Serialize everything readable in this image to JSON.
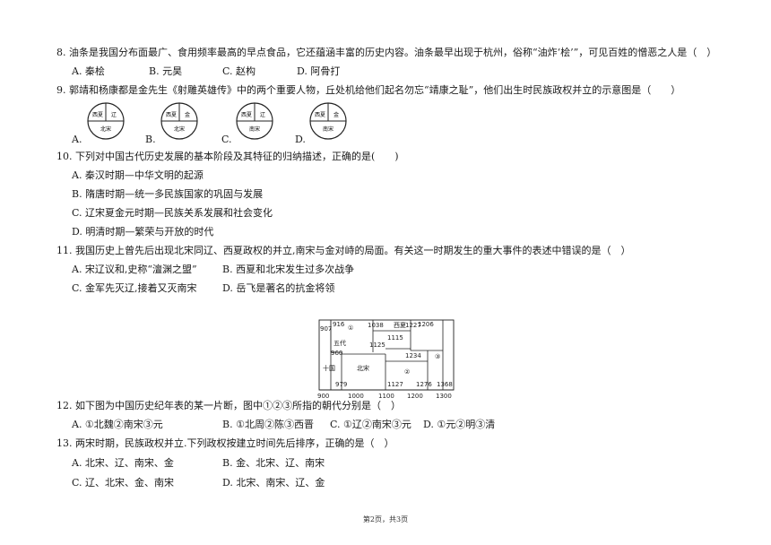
{
  "q8": {
    "stem": "8. 油条是我国分布面最广、食用频率最高的早点食品，它还蕴涵丰富的历史内容。油条最早出现于杭州，俗称“油炸‘桧’”，可见百姓的憎恶之人是（　）",
    "options": [
      "A. 秦桧",
      "B. 元昊",
      "C. 赵构",
      "D. 阿骨打"
    ]
  },
  "q9": {
    "stem": "9. 郭靖和杨康都是金先生《射雕英雄传》中的两个重要人物，丘处机给他们起名勿忘“靖康之耻”，他们出生时民族政权并立的示意图是（　　）",
    "options": [
      "A.",
      "B.",
      "C.",
      "D."
    ],
    "diagrams": [
      {
        "top_left": "西夏",
        "top_right": "辽",
        "bottom": "北宋"
      },
      {
        "top_left": "西夏",
        "top_right": "金",
        "bottom": "北宋"
      },
      {
        "top_left": "西夏",
        "top_right": "辽",
        "bottom": "南宋"
      },
      {
        "top_left": "西夏",
        "top_right": "金",
        "bottom": "南宋"
      }
    ]
  },
  "q10": {
    "stem": "10. 下列对中国古代历史发展的基本阶段及其特征的归纳描述，正确的是(　　)",
    "options": [
      "A. 秦汉时期—中华文明的起源",
      "B. 隋唐时期—统一多民族国家的巩固与发展",
      "C. 辽宋夏金元时期—民族关系发展和社会变化",
      "D. 明清时期—繁荣与开放的时代"
    ]
  },
  "q11": {
    "stem": "11. 我国历史上曾先后出现北宋同辽、西夏政权的并立,南宋与金对峙的局面。有关这一时期发生的重大事件的表述中错误的是（　）",
    "options": [
      "A. 宋辽议和,史称“澶渊之盟”",
      "B. 西夏和北宋发生过多次战争",
      "C. 金军先灭辽,接着又灭南宋",
      "D. 岳飞是著名的抗金将领"
    ]
  },
  "timeline": {
    "labels": {
      "wudai": "五代",
      "shiguo": "十国",
      "beisong": "北宋",
      "xixia": "西夏",
      "c1": "①",
      "c2": "②",
      "c3": "③"
    },
    "years": {
      "y907": "907",
      "y916": "916",
      "y960": "960",
      "y979": "979",
      "y1038": "1038",
      "y1227": "1227",
      "y1206": "1206",
      "y1115": "1115",
      "y1125": "1125",
      "y1234": "1234",
      "y1127": "1127",
      "y1276": "1276",
      "y1368": "1368"
    },
    "axis": [
      "900",
      "1000",
      "1100",
      "1200",
      "1300"
    ]
  },
  "q12": {
    "stem": "12. 如下图为中国历史纪年表的某一片断，图中①②③所指的朝代分别是（　）",
    "options": [
      "A. ①北魏②南宋③元",
      "B. ①北周②陈③西晋",
      "C. ①辽②南宋③元",
      "D. ①元②明③清"
    ]
  },
  "q13": {
    "stem": "13. 两宋时期，民族政权并立.下列政权按建立时间先后排序，正确的是（　）",
    "options": [
      "A. 北宋、辽、南宋、金",
      "B. 金、北宋、辽、南宋",
      "C. 辽、北宋、金、南宋",
      "D. 北宋、南宋、辽、金"
    ]
  },
  "footer": "第2页，共3页"
}
